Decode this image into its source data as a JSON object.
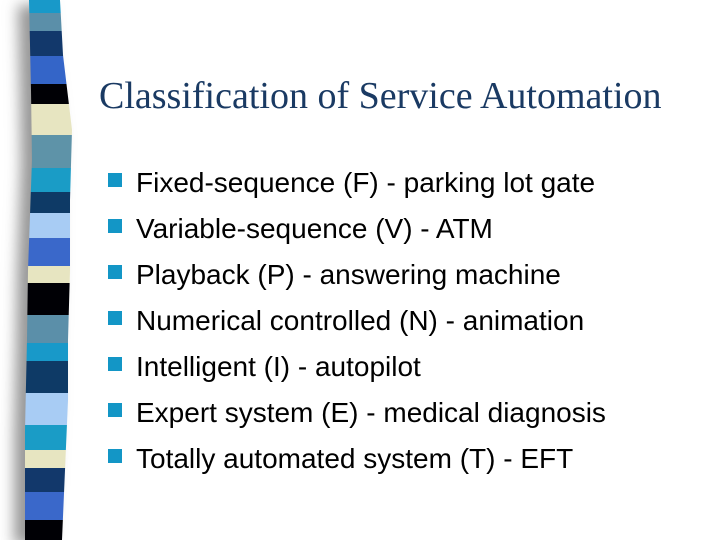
{
  "slide": {
    "title": "Classification of Service Automation",
    "title_color": "#1a3a63",
    "background_color": "#ffffff",
    "bullet_square_color": "#1396c6",
    "bullet_text_color": "#000000",
    "bullets": [
      "Fixed-sequence (F) - parking lot gate",
      "Variable-sequence (V) - ATM",
      "Playback (P) - answering machine",
      "Numerical controlled (N) - animation",
      "Intelligent (I) - autopilot",
      "Expert system (E) - medical diagnosis",
      "Totally automated system (T) - EFT"
    ]
  },
  "ribbon": {
    "stripes": [
      {
        "color": "#1899c9",
        "height": 13
      },
      {
        "color": "#5b8fa9",
        "height": 18
      },
      {
        "color": "#12386b",
        "height": 25
      },
      {
        "color": "#3465c8",
        "height": 28
      },
      {
        "color": "#000005",
        "height": 20
      },
      {
        "color": "#e7e5c1",
        "height": 31
      },
      {
        "color": "#5e93a8",
        "height": 33
      },
      {
        "color": "#1a9cc6",
        "height": 24
      },
      {
        "color": "#0e3a66",
        "height": 21
      },
      {
        "color": "#a8ccf4",
        "height": 25
      },
      {
        "color": "#3a68ca",
        "height": 28
      },
      {
        "color": "#e7e5c1",
        "height": 17
      },
      {
        "color": "#000005",
        "height": 32
      },
      {
        "color": "#5b8fa9",
        "height": 28
      },
      {
        "color": "#1899c9",
        "height": 18
      },
      {
        "color": "#0e3a66",
        "height": 32
      },
      {
        "color": "#a8ccf4",
        "height": 32
      },
      {
        "color": "#1a9cc6",
        "height": 25
      },
      {
        "color": "#e7e5c1",
        "height": 18
      },
      {
        "color": "#12386b",
        "height": 24
      },
      {
        "color": "#3a68ca",
        "height": 28
      },
      {
        "color": "#000005",
        "height": 20
      }
    ]
  }
}
